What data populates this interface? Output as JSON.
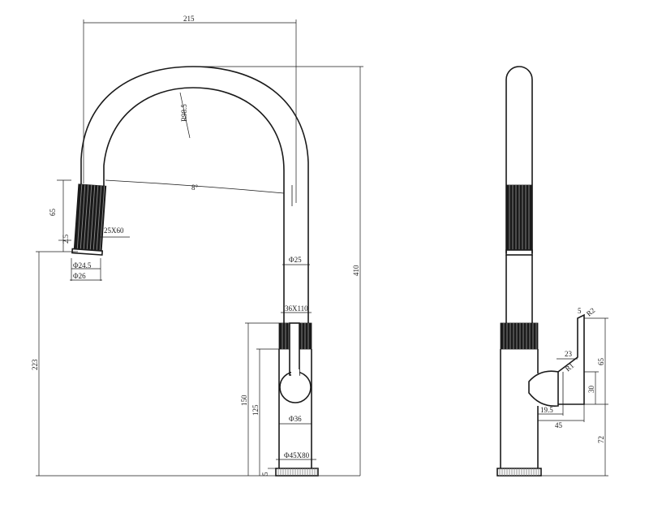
{
  "drawing": {
    "front_view": {
      "dimensions": {
        "overall_reach": "215",
        "overall_height": "410",
        "spout_radius": "R98.5",
        "spout_angle": "8°",
        "spray_head_length": "65",
        "spray_offset": "2.5",
        "spray_spec": "25X60",
        "spray_inner_dia": "Φ24.5",
        "spray_outer_dia": "Φ26",
        "spout_tube_dia": "Φ25",
        "collar_spec": "36X110",
        "body_dia": "Φ36",
        "base_spec": "Φ45X80",
        "spray_outlet_height": "223",
        "body_height": "150",
        "lever_height": "125",
        "base_thickness": "5"
      }
    },
    "side_view": {
      "dimensions": {
        "handle_chamfer": "R2",
        "handle_top": "5",
        "handle_width": "23",
        "handle_fillet": "R1",
        "handle_length": "65",
        "handle_height": "30",
        "handle_stem": "19.5",
        "handle_reach": "45",
        "handle_mount_height": "72"
      }
    }
  }
}
